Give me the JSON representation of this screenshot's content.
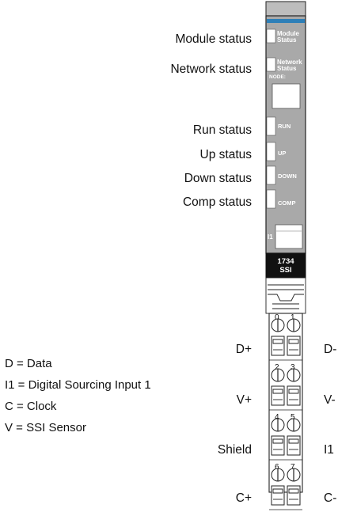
{
  "status_labels": {
    "module": "Module status",
    "network": "Network status",
    "run": "Run status",
    "up": "Up status",
    "down": "Down status",
    "comp": "Comp status"
  },
  "module_face": {
    "module_status_line1": "Module",
    "module_status_line2": "Status",
    "network_status_line1": "Network",
    "network_status_line2": "Status",
    "node_label": "NODE:",
    "run_label": "RUN",
    "up_label": "UP",
    "down_label": "DOWN",
    "comp_label": "COMP",
    "i1_label": "I1",
    "catalog_line1": "1734",
    "catalog_line2": "SSI"
  },
  "terminal_numbers": [
    "0",
    "1",
    "2",
    "3",
    "4",
    "5",
    "6",
    "7"
  ],
  "terminal_labels": {
    "left": [
      "D+",
      "V+",
      "Shield",
      "C+"
    ],
    "right": [
      "D-",
      "V-",
      "I1",
      "C-"
    ]
  },
  "legend": [
    "D = Data",
    "I1 = Digital Sourcing Input 1",
    "C = Clock",
    "V = SSI Sensor"
  ],
  "colors": {
    "module_body": "#a9a9a9",
    "top_strip": "#2d7fb8",
    "catalog_block": "#111111",
    "indicator": "#ffffff",
    "outline": "#222222"
  }
}
